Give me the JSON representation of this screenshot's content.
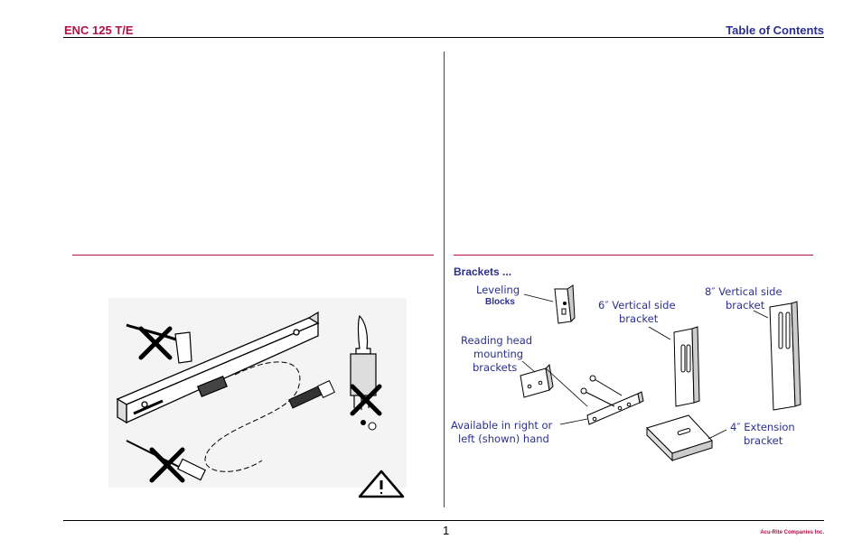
{
  "header": {
    "model": "ENC 125 T/E",
    "toc_link": "Table of Contents"
  },
  "section": {
    "title": "Brackets ..."
  },
  "diagram": {
    "leveling_label": "Leveling",
    "leveling_sub": "Blocks",
    "vertical6_line1": "6″ Vertical side",
    "vertical6_line2": "bracket",
    "vertical8_line1": "8″ Vertical side",
    "vertical8_line2": "bracket",
    "reading_line1": "Reading head",
    "reading_line2": "mounting",
    "reading_line3": "brackets",
    "available_line1": "Available in right or",
    "available_line2": "left (shown) hand",
    "extension_line1": "4″ Extension",
    "extension_line2": "bracket"
  },
  "footer": {
    "page_number": "1",
    "company": "Acu-Rite Companies Inc."
  },
  "colors": {
    "accent_red": "#b01045",
    "accent_blue": "#2b2f8f"
  }
}
